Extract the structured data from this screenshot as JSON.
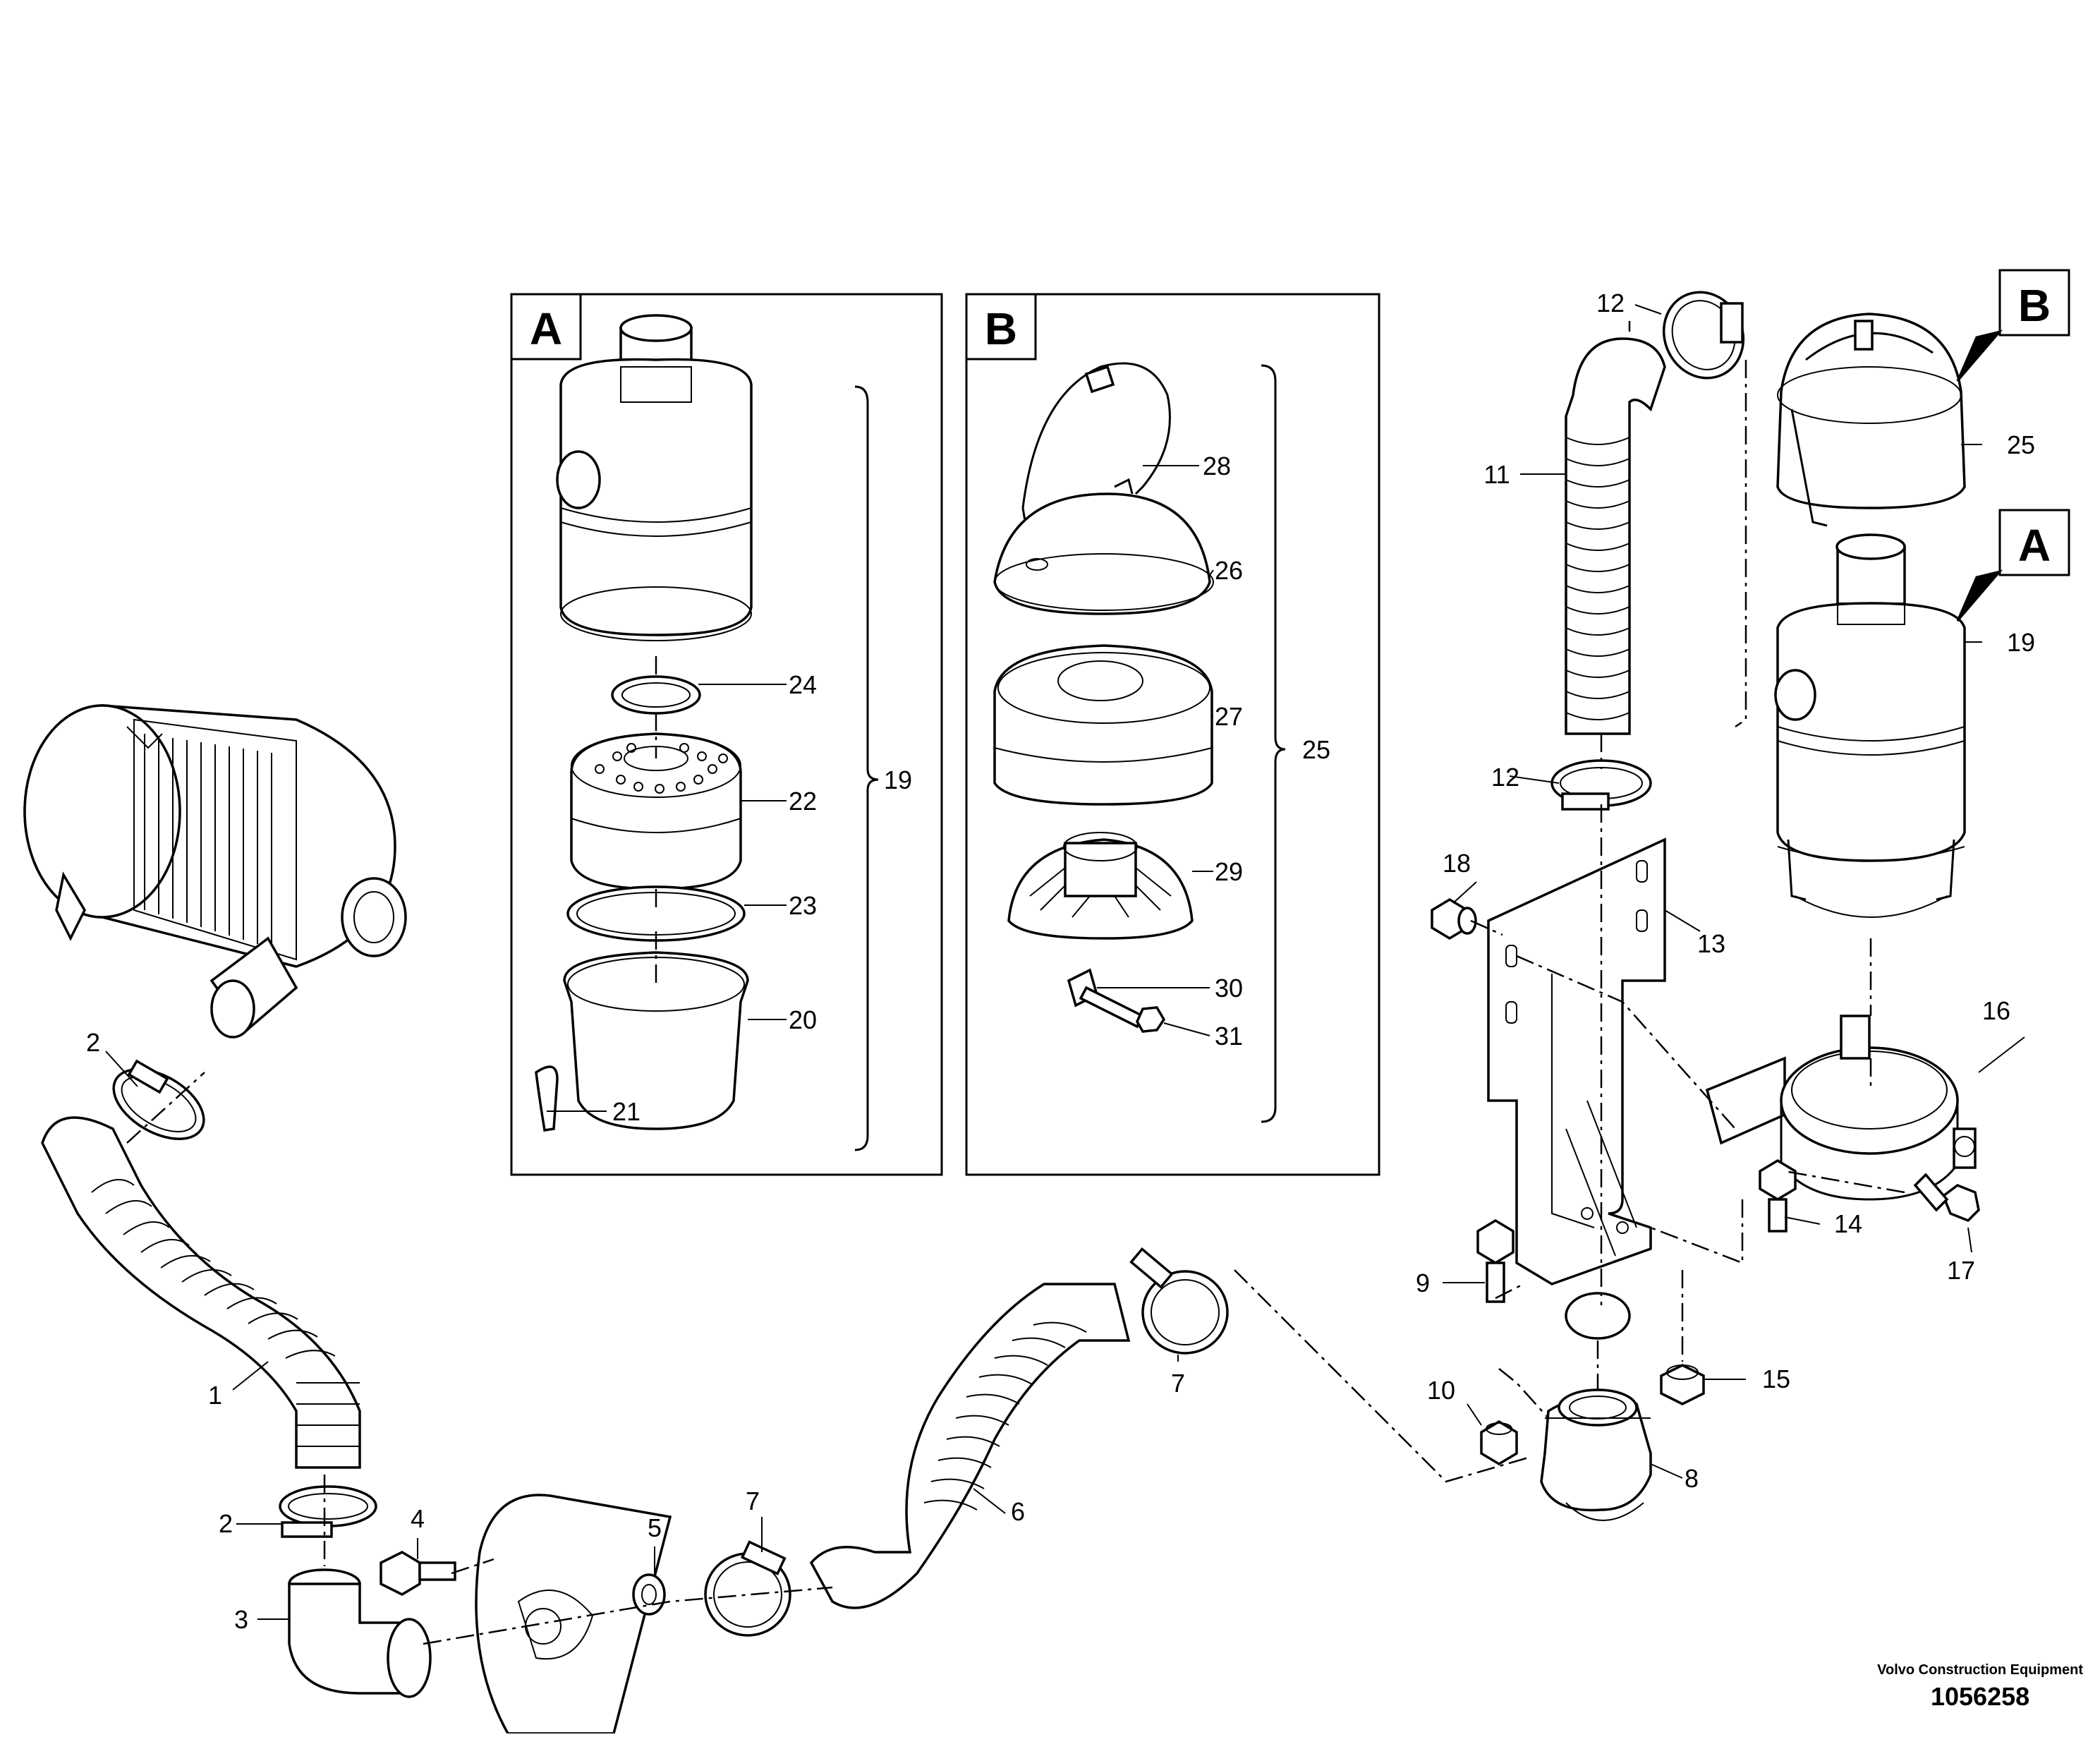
{
  "detail_tags": {
    "a": "A",
    "b": "B"
  },
  "callouts": {
    "c1": "1",
    "c2a": "2",
    "c2b": "2",
    "c3": "3",
    "c4": "4",
    "c5": "5",
    "c6": "6",
    "c7a": "7",
    "c7b": "7",
    "c8": "8",
    "c9": "9",
    "c10": "10",
    "c11": "11",
    "c12a": "12",
    "c12b": "12",
    "c13": "13",
    "c14": "14",
    "c15": "15",
    "c16": "16",
    "c17": "17",
    "c18": "18",
    "c19": "19",
    "c19a": "19",
    "c20": "20",
    "c21": "21",
    "c22": "22",
    "c23": "23",
    "c24": "24",
    "c25": "25",
    "c25b": "25",
    "c26": "26",
    "c27": "27",
    "c28": "28",
    "c29": "29",
    "c30": "30",
    "c31": "31"
  },
  "footer": {
    "maker": "Volvo Construction Equipment",
    "code": "1056258"
  }
}
